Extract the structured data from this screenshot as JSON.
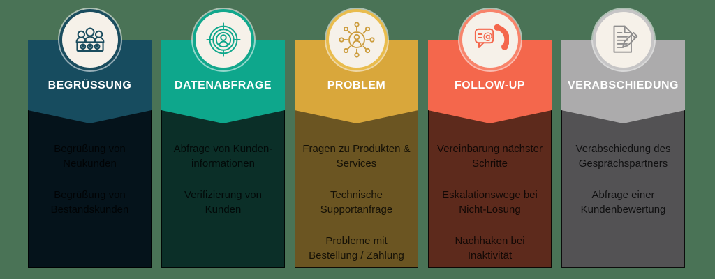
{
  "background_color": "#4A7356",
  "columns": [
    {
      "label": "BEGRÜSSUNG",
      "icon": "welcome-team-icon",
      "header_color": "#174C5F",
      "body_color": "#05131B",
      "ring_color": "#1A4C5E",
      "icon_color": "#1A4C5E",
      "items": [
        "Begrüßung von Neukunden",
        "Begrüßung von Bestandskunden"
      ]
    },
    {
      "label": "DATENABFRAGE",
      "icon": "target-customer-icon",
      "header_color": "#0EA78C",
      "body_color": "#0B2F28",
      "ring_color": "#12A78C",
      "icon_color": "#0FA78C",
      "items": [
        "Abfrage von Kunden-informationen",
        "Verifizierung von Kunden"
      ]
    },
    {
      "label": "PROBLEM",
      "icon": "problem-network-icon",
      "header_color": "#D9A73B",
      "body_color": "#6B5522",
      "ring_color": "#E9BC4D",
      "icon_color": "#CC9C3C",
      "items": [
        "Fragen zu Produkten & Services",
        "Technische Supportanfrage",
        "Probleme mit Bestellung / Zahlung"
      ]
    },
    {
      "label": "FOLLOW-UP",
      "icon": "contact-phone-icon",
      "header_color": "#F4674C",
      "body_color": "#5D2A1C",
      "ring_color": "#F8846B",
      "icon_color": "#F4674C",
      "items": [
        "Vereinbarung nächster Schritte",
        "Eskalationswege bei Nicht-Lösung",
        "Nachhaken bei Inaktivität"
      ]
    },
    {
      "label": "VERABSCHIEDUNG",
      "icon": "document-pencil-icon",
      "header_color": "#ACABAC",
      "body_color": "#535254",
      "ring_color": "#C6C5C6",
      "icon_color": "#8F8E8E",
      "items": [
        "Verabschiedung des Gesprächspartners",
        "Abfrage einer Kundenbewertung"
      ]
    }
  ]
}
